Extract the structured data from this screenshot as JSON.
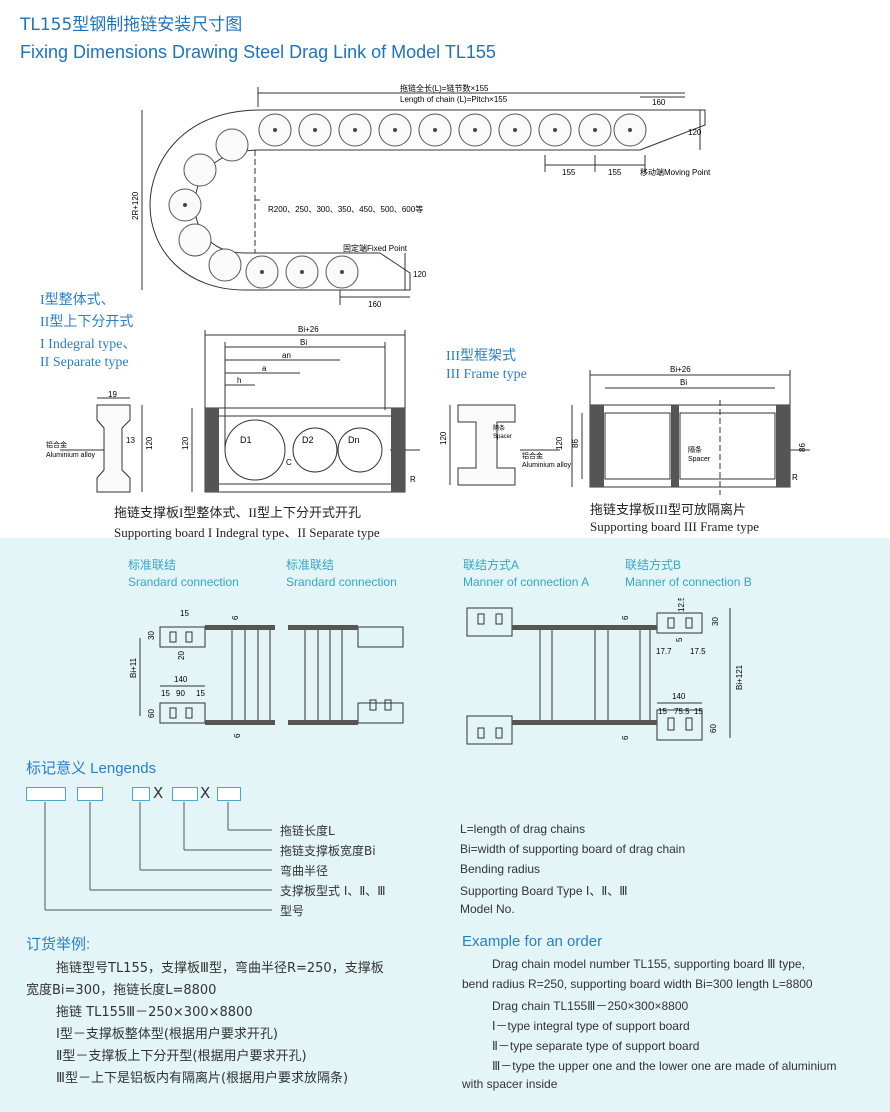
{
  "header": {
    "title_cn": "TL155型钢制拖链安装尺寸图",
    "title_en": "Fixing Dimensions Drawing Steel Drag Link of Model TL155"
  },
  "top_drawing": {
    "chain_length_cn": "拖链全长(L)=链节数×155",
    "chain_length_en": "Length of chain (L)=Pitch×155",
    "dim_160_top": "160",
    "dim_120_right": "120",
    "dim_155_a": "155",
    "dim_155_b": "155",
    "moving_point": "移动端Moving Point",
    "height_label": "2R+120",
    "radius_label": "R200、250、300、350、450、500、600等",
    "fixed_point": "固定端Fixed Point",
    "dim_120_bottom": "120",
    "dim_160_bottom": "160"
  },
  "type_labels": {
    "t1_cn": "I型整体式、",
    "t2_cn": "II型上下分开式",
    "t1_en": "I Indegral type、",
    "t2_en": "II Separate type",
    "t3_cn": "III型框架式",
    "t3_en": "III Frame type"
  },
  "section_left": {
    "dim_19": "19",
    "dim_13": "13",
    "dim_120": "120",
    "alloy_cn": "铝合金",
    "alloy_en": "Aluminium alloy",
    "bi26": "Bi+26",
    "bi": "Bi",
    "an": "an",
    "a": "a",
    "h": "h",
    "c": "C",
    "d1": "D1",
    "d2": "D2",
    "dn": "Dn",
    "dim_120b": "120",
    "r": "R",
    "caption_cn": "拖链支撑板I型整体式、II型上下分开式开孔",
    "caption_en": "Supporting board I Indegral type、II Separate type"
  },
  "section_right": {
    "dim_120": "120",
    "spacer_cn": "隔条",
    "spacer_en": "Spacer",
    "alloy_cn": "铝合金",
    "alloy_en": "Aluminium alloy",
    "bi26": "Bi+26",
    "bi": "Bi",
    "dim_120b": "120",
    "dim_86": "86",
    "dim_86b": "86",
    "spacer2_cn": "隔条",
    "spacer2_en": "Spacer",
    "r": "R",
    "caption_cn": "拖链支撑板III型可放隔离片",
    "caption_en": "Supporting board III Frame type"
  },
  "connections": [
    {
      "cn": "标准联结",
      "en": "Srandard connection"
    },
    {
      "cn": "标准联结",
      "en": "Srandard connection"
    },
    {
      "cn": "联结方式A",
      "en": "Manner of connection A"
    },
    {
      "cn": "联结方式B",
      "en": "Manner of connection B"
    }
  ],
  "conn_dims": {
    "d15": "15",
    "d30": "30",
    "d6": "6",
    "d20": "20",
    "bi11": "Bi+11",
    "d140": "140",
    "d15b": "15",
    "d90": "90",
    "d15c": "15",
    "d60": "60",
    "d6b": "6",
    "r_d6": "6",
    "r_d125": "12.5",
    "r_d30": "30",
    "r_d5": "5",
    "r_d177": "17.7",
    "r_d175": "17.5",
    "r_bi121": "Bi+121",
    "r_d140": "140",
    "r_d15": "15",
    "r_d755": "75.5",
    "r_d15b": "15",
    "r_d60": "60",
    "r_d6b": "6"
  },
  "legend": {
    "heading": "标记意义  Lengends",
    "x1": "X",
    "x2": "X",
    "items": [
      {
        "cn": "拖链长度L",
        "en": "L=length of drag chains"
      },
      {
        "cn": "拖链支撑板宽度Bi",
        "en": "Bi=width of supporting board of drag chain"
      },
      {
        "cn": "弯曲半径",
        "en": "Bending radius"
      },
      {
        "cn": "支撑板型式 Ⅰ、Ⅱ、Ⅲ",
        "en": "Supporting Board Type Ⅰ、Ⅱ、Ⅲ"
      },
      {
        "cn": "型号",
        "en": "Model No."
      }
    ]
  },
  "order_cn": {
    "heading": "订货举例:",
    "p1": "拖链型号TL155，支撑板Ⅲ型，弯曲半径R=250，支撑板",
    "p2": "宽度Bi=300，拖链长度L=8800",
    "p3": "拖链 TL155Ⅲ－250×300×8800",
    "p4": "Ⅰ型－支撑板整体型(根据用户要求开孔)",
    "p5": "Ⅱ型－支撑板上下分开型(根据用户要求开孔)",
    "p6": "Ⅲ型－上下是铝板内有隔离片(根据用户要求放隔条)"
  },
  "order_en": {
    "heading": "Example for an order",
    "p1": "Drag chain model number TL155, supporting board Ⅲ type,",
    "p2": "bend radius R=250, supporting board width Bi=300 length L=8800",
    "p3": "Drag chain TL155Ⅲ－250×300×8800",
    "p4": "Ⅰ－type integral type of support board",
    "p5": "Ⅱ－type separate type of support board",
    "p6": "Ⅲ－type the upper one and the lower one are made of aluminium",
    "p7": "with spacer inside"
  }
}
